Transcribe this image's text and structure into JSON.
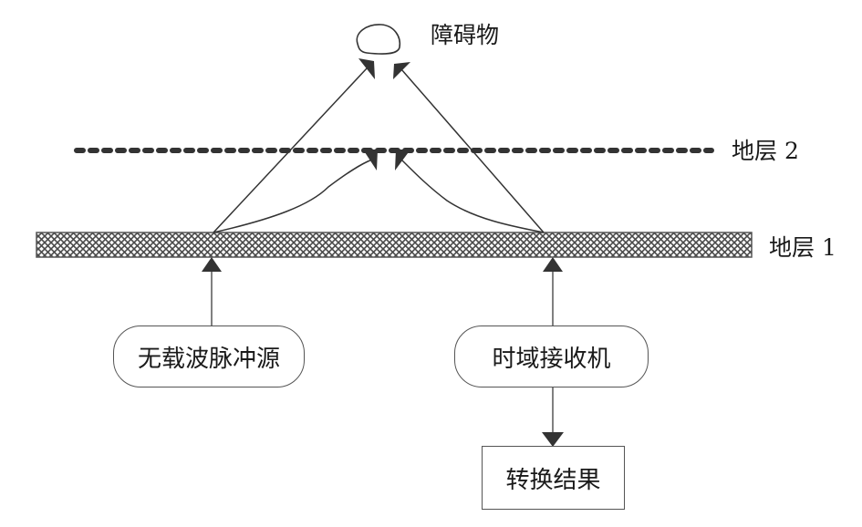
{
  "diagram": {
    "obstacle_label": "障碍物",
    "layer2_label": "地层 2",
    "layer1_label": "地层 1",
    "source_label": "无载波脉冲源",
    "receiver_label": "时域接收机",
    "result_label": "转换结果",
    "colors": {
      "line": "#333333",
      "arrow": "#333333",
      "border": "#555555",
      "hatch": "#4a4a4a"
    }
  }
}
